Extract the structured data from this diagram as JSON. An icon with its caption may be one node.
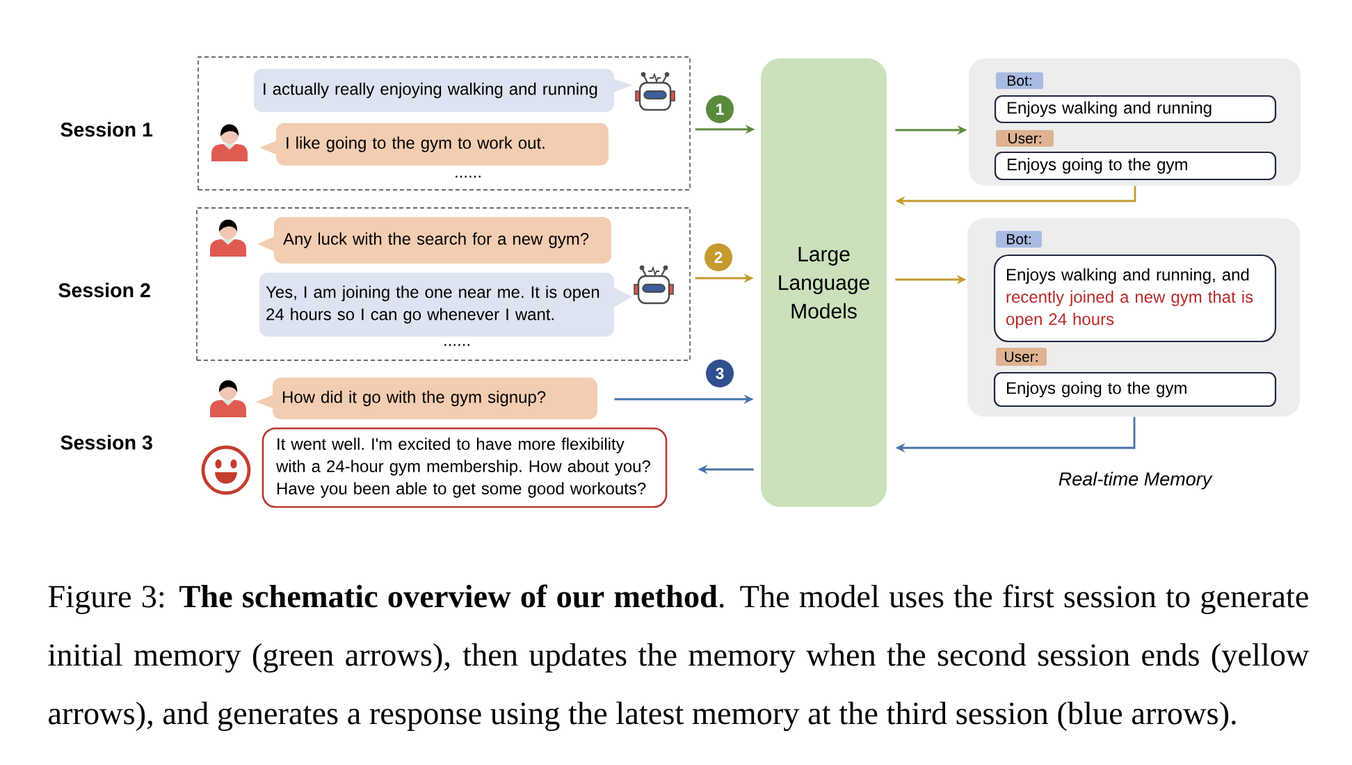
{
  "diagram": {
    "caption": "Figure 3: **The schematic overview of our method**. The model uses the first session to generate initial memory (green arrows), then updates the memory when the second session ends (yellow arrows), and generates a response using the latest memory at the third session (blue arrows).",
    "nodes": [
      {
        "text": [],
        "shape": "box"
      },
      {
        "text": [
          "I actually really enjoying walking and running"
        ],
        "in": 0
      },
      {
        "text": [
          "I like going to the gym to work out."
        ],
        "in": 0
      },
      {
        "text": [],
        "shape": "box"
      },
      {
        "text": [
          "Any luck with the search for a new gym?"
        ],
        "in": 3
      },
      {
        "text": [
          "Yes, I am joining the one near me. It is open 24 hours so I can go whenever I want."
        ],
        "in": 3
      },
      {
        "text": [
          "How did it go with the gym signup?"
        ]
      },
      {
        "text": [
          "It went well. I'm excited to have more flexibility with a 24-hour gym membership. How about you? Have you been able to get some good workouts?"
        ]
      },
      {
        "text": [
          "1"
        ]
      },
      {
        "text": [
          "2"
        ]
      },
      {
        "text": [
          "3"
        ]
      },
      {
        "text": [
          "Large Language Models"
        ]
      },
      {
        "text": [],
        "shape": "box"
      },
      {
        "text": [
          "Bot:"
        ],
        "in": 12
      },
      {
        "text": [
          "Enjoys walking and running"
        ],
        "in": 12
      },
      {
        "text": [
          "User:"
        ],
        "in": 12
      },
      {
        "text": [
          "Enjoys going to the gym"
        ],
        "in": 12
      },
      {
        "text": [],
        "shape": "box"
      },
      {
        "text": [
          "Bot:"
        ],
        "in": 17
      },
      {
        "text": [
          "Enjoys walking and running, and",
          "recently joined a new gym that is open 24 hours"
        ],
        "in": 17
      },
      {
        "text": [
          "User:"
        ],
        "in": 17
      },
      {
        "text": [
          "Enjoys going to the gym"
        ],
        "in": 17
      }
    ],
    "edges": [
      {
        "from": 0,
        "to": 11,
        "arrow": "to",
        "color": "#5b8a3c"
      },
      {
        "from": 11,
        "to": 12,
        "arrow": "to",
        "color": "#5b8a3c"
      },
      {
        "from": 12,
        "to": 11,
        "arrow": "to",
        "color": "#c49a2f"
      },
      {
        "from": 3,
        "to": 11,
        "arrow": "to",
        "color": "#c49a2f"
      },
      {
        "from": 11,
        "to": 17,
        "arrow": "to",
        "color": "#c49a2f"
      },
      {
        "from": 17,
        "to": 11,
        "arrow": "to",
        "color": "#4673a8"
      },
      {
        "from": 6,
        "to": 11,
        "arrow": "to",
        "color": "#4673a8"
      },
      {
        "from": 11,
        "to": 7,
        "arrow": "to",
        "color": "#4673a8"
      }
    ],
    "labels": [
      "Session 1",
      "......",
      "Session 2",
      "......",
      "Session 3",
      "Real-time Memory"
    ]
  }
}
